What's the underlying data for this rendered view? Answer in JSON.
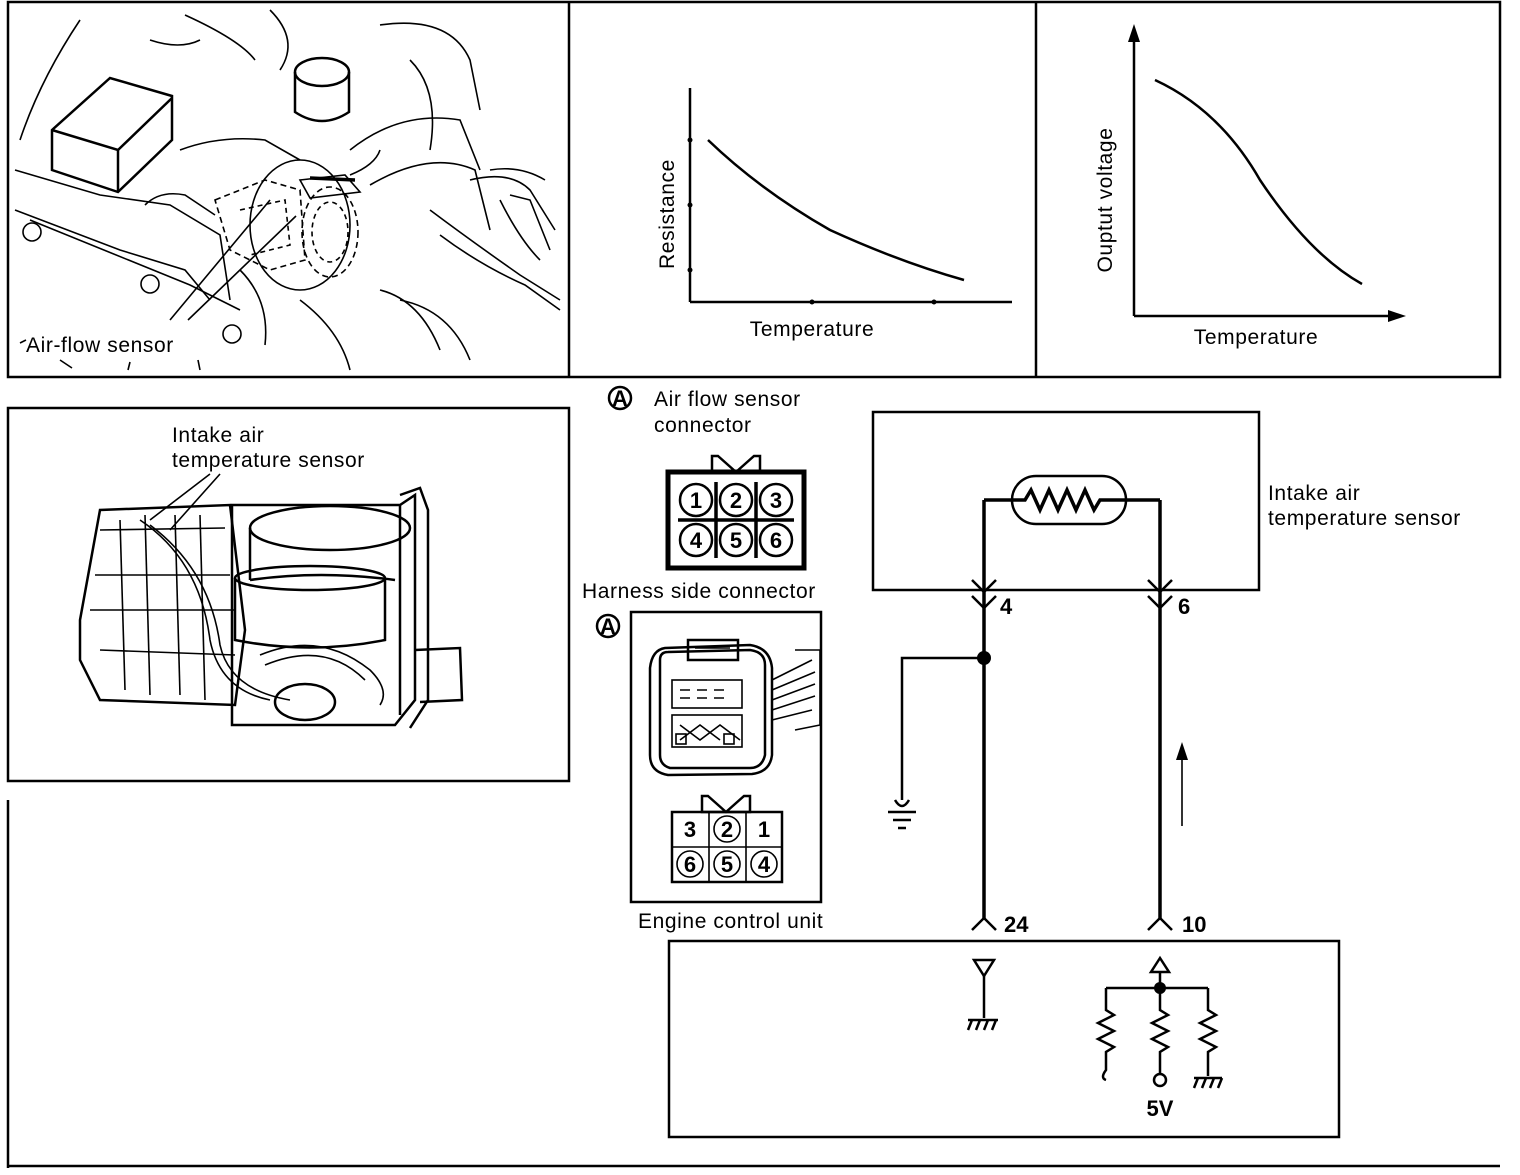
{
  "airflow_view": {
    "label": "Air-flow sensor"
  },
  "resistance_chart": {
    "ylabel": "Resistance",
    "xlabel": "Temperature"
  },
  "voltage_chart": {
    "ylabel": "Ouptut voltage",
    "xlabel": "Temperature"
  },
  "intake_view": {
    "label_line1": "Intake air",
    "label_line2": "temperature sensor"
  },
  "connector": {
    "marker": "A",
    "title_line1": "Air flow sensor",
    "title_line2": "connector",
    "top_pins": [
      "1",
      "2",
      "3",
      "4",
      "5",
      "6"
    ],
    "harness_title": "Harness side connector",
    "harness_marker": "A",
    "bottom_pins": [
      "3",
      "2",
      "1",
      "6",
      "5",
      "4"
    ],
    "ecu_title": "Engine control unit"
  },
  "schematic": {
    "sensor_label_line1": "Intake air",
    "sensor_label_line2": "temperature sensor",
    "pin_left": "4",
    "pin_right": "6",
    "ecu_pin_left": "24",
    "ecu_pin_right": "10",
    "supply": "5V"
  }
}
